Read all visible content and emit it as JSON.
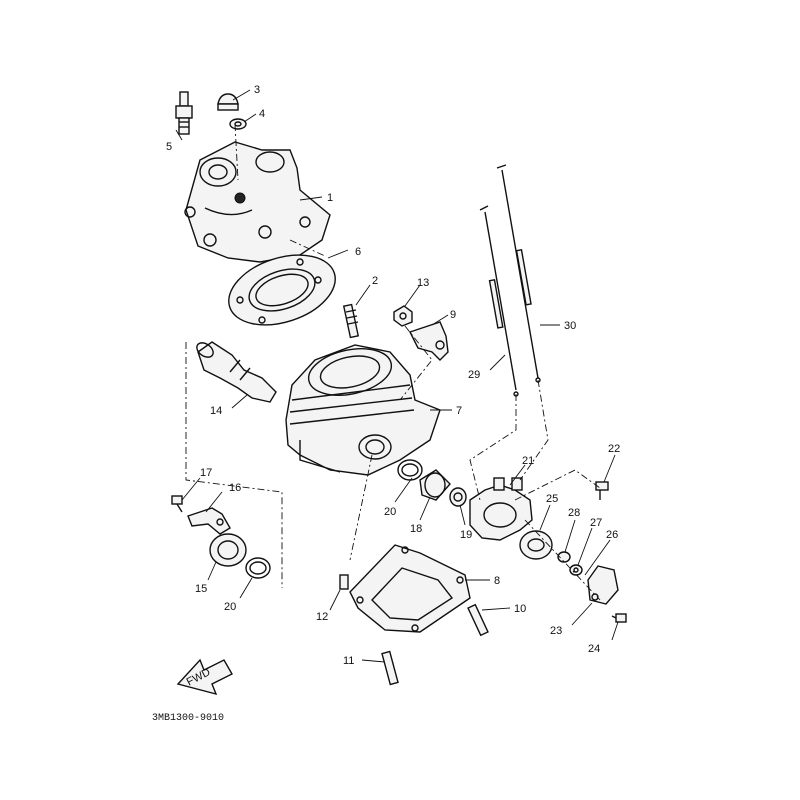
{
  "diagram": {
    "code": "3MB1300-9010",
    "fwd_label": "FWD",
    "labels": [
      "1",
      "2",
      "3",
      "4",
      "5",
      "6",
      "7",
      "8",
      "9",
      "10",
      "11",
      "12",
      "13",
      "14",
      "15",
      "16",
      "17",
      "18",
      "19",
      "20",
      "20",
      "21",
      "22",
      "23",
      "24",
      "25",
      "26",
      "27",
      "28",
      "29",
      "30"
    ]
  }
}
